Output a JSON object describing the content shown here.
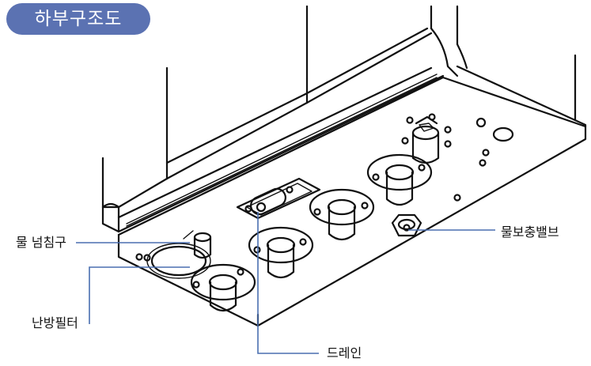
{
  "title": "하부구조도",
  "colors": {
    "badge": "#5b72b2",
    "callout_line": "#4a6fb0",
    "stroke": "#111111"
  },
  "labels": {
    "overflow": "물 넘침구",
    "freeze_filter": "난방필터",
    "drain": "드레인",
    "fill_valve": "물보충밸브"
  }
}
